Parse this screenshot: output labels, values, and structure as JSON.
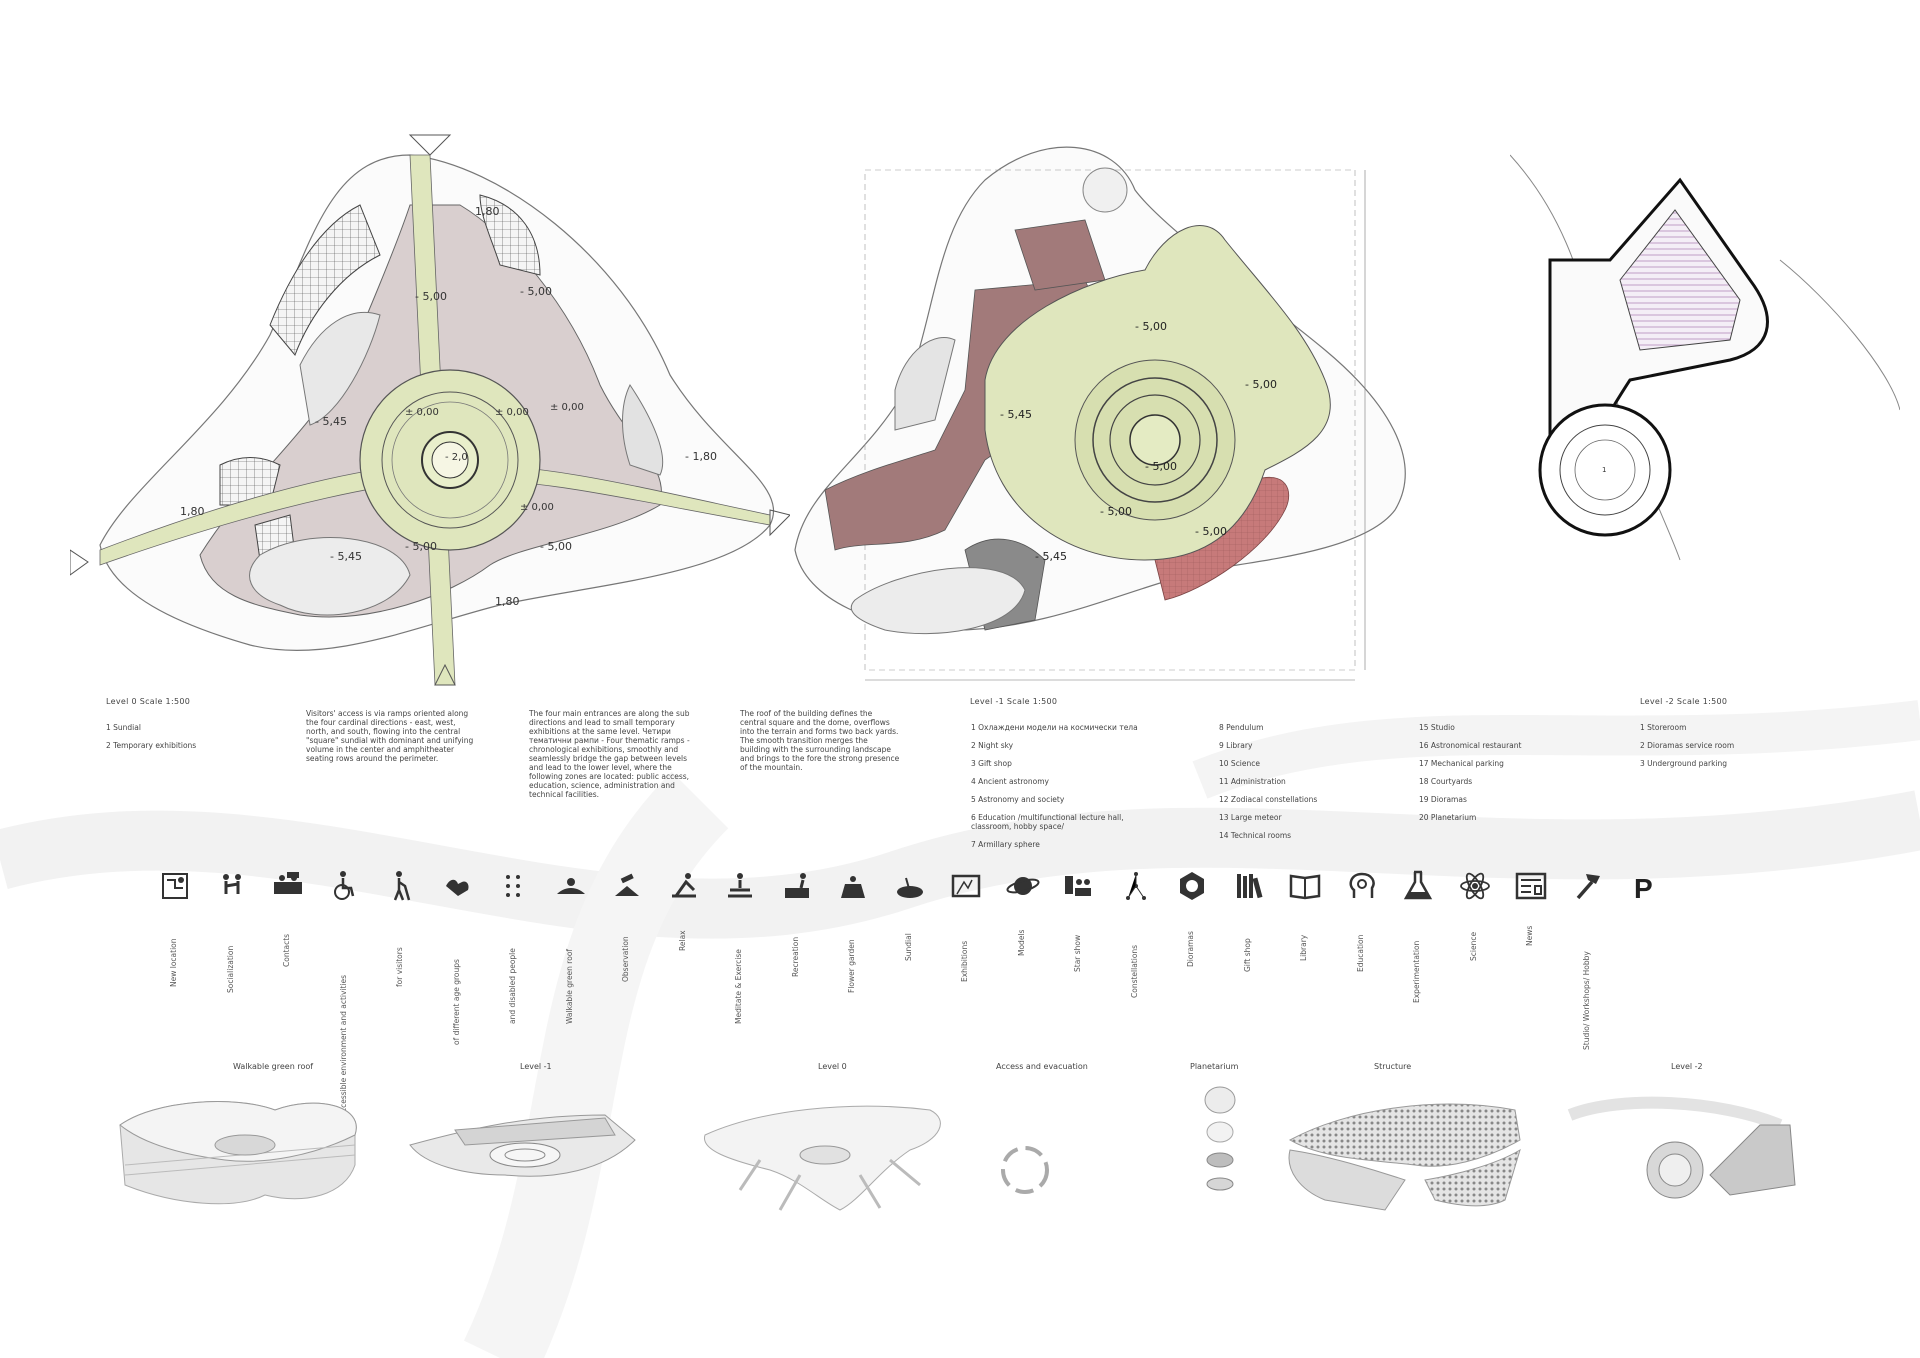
{
  "plans": {
    "level0": {
      "title": "Level 0  Scale 1:500",
      "legend": [
        "1 Sundial",
        "2 Temporary exhibitions"
      ],
      "elevations": [
        "1,80",
        "- 5,00",
        "- 5,00",
        "- 5,45",
        "± 0,00",
        "± 0,00",
        "± 0,00",
        "- 2,0",
        "- 1,80",
        "1,80",
        "- 5,45",
        "- 5,00",
        "± 0,00",
        "- 5,00",
        "1,80"
      ]
    },
    "level_minus1": {
      "title": "Level -1  Scale 1:500",
      "legend_col1": [
        "1 Охлаждени модели на космически тела",
        "2 Night sky",
        "3 Gift shop",
        "4 Ancient astronomy",
        "5 Astronomy and society",
        "6 Education /multifunctional lecture hall, classroom, hobby space/",
        "7  Armillary sphere"
      ],
      "legend_col2": [
        "8  Pendulum",
        "9 Library",
        "10 Science",
        "11 Administration",
        "12 Zodiacal constellations",
        "13 Large meteor",
        "14 Technical rooms"
      ],
      "legend_col3": [
        "15 Studio",
        "16 Astronomical restaurant",
        "17 Mechanical parking",
        "18 Courtyards",
        "19 Dioramas",
        "20 Planetarium"
      ],
      "elevations": [
        "- 5,00",
        "- 5,45",
        "- 5,00",
        "- 5,45",
        "- 5,00",
        "- 5,00",
        "- 5,00"
      ]
    },
    "level_minus2": {
      "title": "Level -2  Scale 1:500",
      "legend": [
        "1 Storeroom",
        "2 Dioramas service room",
        "3 Underground parking"
      ]
    }
  },
  "paragraphs": {
    "p1": "Visitors' access is via ramps oriented along the four cardinal directions - east, west, north, and south, flowing into the central \"square\" sundial with dominant and unifying volume in the center and amphitheater seating rows around the perimeter.",
    "p2": "The four main entrances are along the sub directions and lead to small temporary exhibitions at the same level. Четири тематични рампи - Four thematic ramps - chronological exhibitions, smoothly and seamlessly bridge the gap between levels and lead to the lower level, where the following zones are located: public access, education, science, administration and technical facilities.",
    "p3": "The roof of the building defines the central square and the dome, overflows into the terrain and forms two back yards. The smooth transition merges the building with the surrounding landscape and brings to the fore the strong presence of the mountain."
  },
  "icons": [
    {
      "name": "map-icon",
      "label": "New location"
    },
    {
      "name": "people-icon",
      "label": "Socialization"
    },
    {
      "name": "contacts-icon",
      "label": "Contacts"
    },
    {
      "name": "wheelchair-icon",
      "label": "Accessible environment and activities"
    },
    {
      "name": "visitor-cane-icon",
      "label": "for visitors"
    },
    {
      "name": "hands-icon",
      "label": "of different age groups"
    },
    {
      "name": "dots-icon",
      "label": "and disabled people"
    },
    {
      "name": "green-roof-icon",
      "label": "Walkable green roof"
    },
    {
      "name": "observation-icon",
      "label": "Observation"
    },
    {
      "name": "yoga-icon",
      "label": "Relax"
    },
    {
      "name": "meditate-icon",
      "label": "Meditate & Exercise"
    },
    {
      "name": "recreation-icon",
      "label": "Recreation"
    },
    {
      "name": "flower-garden-icon",
      "label": "Flower garden"
    },
    {
      "name": "sundial-icon",
      "label": "Sundial"
    },
    {
      "name": "exhibitions-icon",
      "label": "Exhibitions"
    },
    {
      "name": "planet-icon",
      "label": "Models"
    },
    {
      "name": "star-show-icon",
      "label": "Star show"
    },
    {
      "name": "constellation-icon",
      "label": "Constellations"
    },
    {
      "name": "diorama-icon",
      "label": "Dioramas"
    },
    {
      "name": "books-icon",
      "label": "Gift shop"
    },
    {
      "name": "book-icon",
      "label": "Library"
    },
    {
      "name": "head-gear-icon",
      "label": "Education"
    },
    {
      "name": "flask-icon",
      "label": "Experimentation"
    },
    {
      "name": "atom-icon",
      "label": "Science"
    },
    {
      "name": "newspaper-icon",
      "label": "News"
    },
    {
      "name": "hammer-icon",
      "label": "Studio/ Workshops/ Hobby"
    },
    {
      "name": "parking-icon",
      "label": "P"
    }
  ],
  "axonometrics": [
    {
      "name": "walkable-green-roof",
      "title": "Walkable green roof"
    },
    {
      "name": "level-minus-1",
      "title": "Level -1"
    },
    {
      "name": "level-0",
      "title": "Level 0"
    },
    {
      "name": "access-evacuation",
      "title": "Access and evacuation"
    },
    {
      "name": "planetarium",
      "title": "Planetarium"
    },
    {
      "name": "structure",
      "title": "Structure"
    },
    {
      "name": "level-minus-2",
      "title": "Level -2"
    }
  ],
  "colors": {
    "plaza_green": "#dfe6bd",
    "zone_mauve": "#a27a7a",
    "zone_red": "#c77a7a",
    "zone_grey": "#8a8a8a",
    "floor_pink": "#d9cfcf"
  }
}
